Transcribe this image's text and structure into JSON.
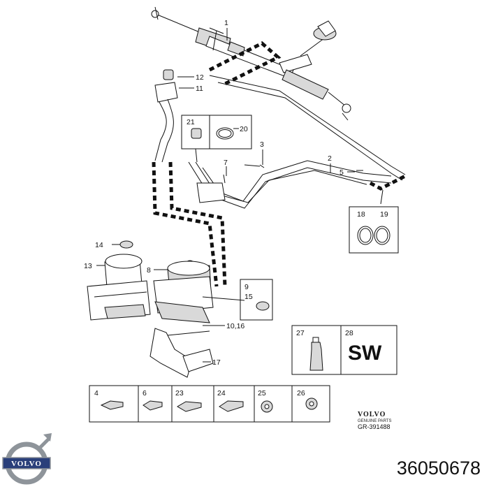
{
  "callouts": {
    "c1": "1",
    "c2": "2",
    "c3": "3",
    "c4": "4",
    "c5": "5",
    "c6": "6",
    "c7": "7",
    "c8": "8",
    "c9": "9",
    "c10_16": "10,16",
    "c11": "11",
    "c12": "12",
    "c13": "13",
    "c14": "14",
    "c15": "15",
    "c17": "17",
    "c18": "18",
    "c19": "19",
    "c20": "20",
    "c21": "21",
    "c23": "23",
    "c24": "24",
    "c25": "25",
    "c26": "26",
    "c27": "27",
    "c28": "28"
  },
  "sw_label": "SW",
  "brand": {
    "name": "VOLVO",
    "sub": "GENUINE PARTS",
    "logo_text": "VOLVO"
  },
  "figure_code": "GR-391488",
  "part_number": "36050678",
  "icons": [
    "volvo-logo-icon"
  ],
  "colors": {
    "ink": "#111111",
    "logo_steel": "#8e949a",
    "logo_blue": "#2a3f7a"
  }
}
